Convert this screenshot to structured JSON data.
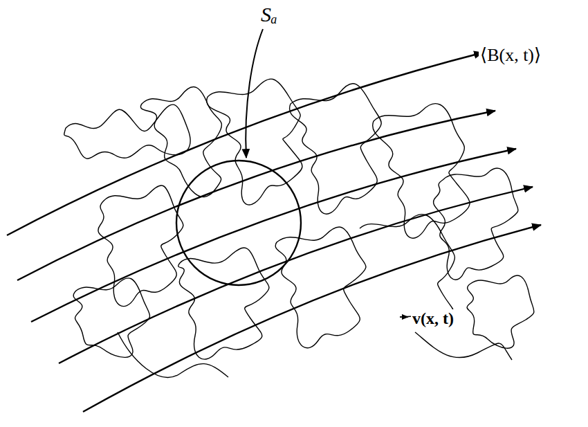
{
  "diagram": {
    "labels": [
      "Sₐ",
      "⟨B(x, t)⟩",
      "v(x, t)"
    ]
  }
}
